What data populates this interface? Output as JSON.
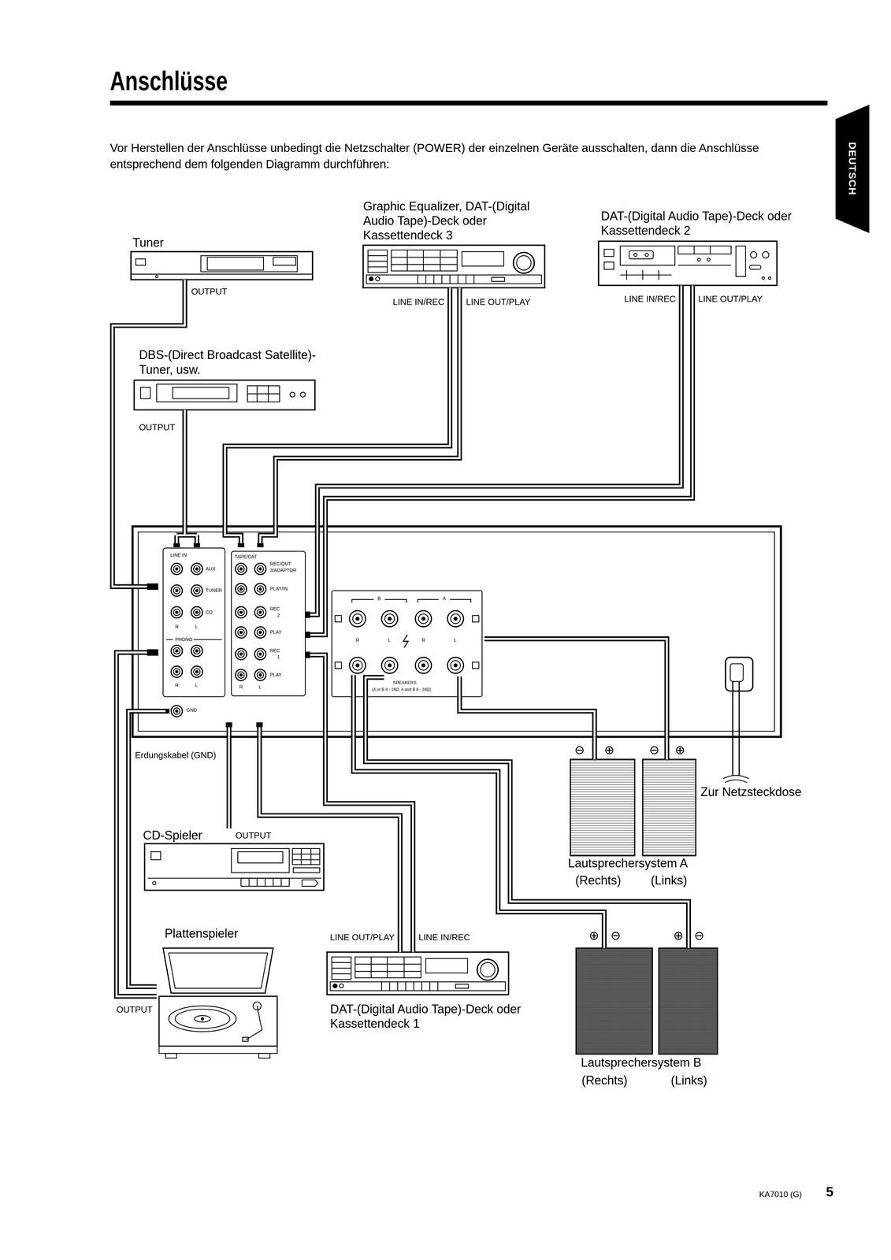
{
  "diagram": {
    "title": "Anschlüsse",
    "nodes": [
      {
        "text": [
          "Tuner"
        ]
      },
      {
        "text": [
          "Graphic Equalizer, DAT-(Digital Audio Tape)-Deck oder Kassettendeck 3"
        ]
      },
      {
        "text": [
          "DAT-(Digital Audio Tape)-Deck oder Kassettendeck 2"
        ]
      },
      {
        "text": [
          "DBS-(Direct Broadcast Satellite)-Tuner, usw."
        ]
      },
      {
        "text": [
          "LINE IN",
          "AUX",
          "TUNER",
          "CD",
          "R",
          "L",
          "PHONO",
          "R",
          "L",
          "TAPE/DAT",
          "REC/OUT",
          "3/ADAPTOR",
          "PLAY/IN",
          "REC",
          "2",
          "PLAY",
          "REC",
          "1",
          "PLAY",
          "R",
          "L",
          "GND",
          "B",
          "A",
          "R",
          "L",
          "R",
          "L",
          "SPEAKERS",
          "(A or B 4 - 16Ω, A and B 8 - 16Ω)"
        ]
      },
      {
        "text": [
          "CD-Spieler"
        ]
      },
      {
        "text": [
          "Plattenspieler"
        ]
      },
      {
        "text": [
          "DAT-(Digital Audio Tape)-Deck oder Kassettendeck 1"
        ]
      },
      {
        "text": [
          "(Rechts)"
        ]
      },
      {
        "text": [
          "(Links)"
        ]
      },
      {
        "text": [
          "(Rechts)"
        ]
      },
      {
        "text": [
          "(Links)"
        ]
      }
    ],
    "edges": [
      {
        "from": 0,
        "to": 4,
        "arrow": "none"
      },
      {
        "from": 3,
        "to": 4,
        "arrow": "none"
      },
      {
        "from": 1,
        "to": 4,
        "arrow": "none"
      },
      {
        "from": 1,
        "to": 4,
        "arrow": "none"
      },
      {
        "from": 2,
        "to": 4,
        "arrow": "none"
      },
      {
        "from": 2,
        "to": 4,
        "arrow": "none"
      },
      {
        "from": 5,
        "to": 4,
        "arrow": "none"
      },
      {
        "from": 6,
        "to": 4,
        "arrow": "none"
      },
      {
        "from": 6,
        "to": 4,
        "arrow": "none"
      },
      {
        "from": 7,
        "to": 4,
        "arrow": "none"
      },
      {
        "from": 7,
        "to": 4,
        "arrow": "none"
      },
      {
        "from": 8,
        "to": 4,
        "arrow": "none"
      },
      {
        "from": 9,
        "to": 4,
        "arrow": "none"
      },
      {
        "from": 10,
        "to": 4,
        "arrow": "none"
      },
      {
        "from": 11,
        "to": 4,
        "arrow": "none"
      }
    ],
    "labels": [
      "Vor Herstellen der Anschlüsse unbedingt die Netzschalter (POWER) der einzelnen Geräte ausschalten, dann die Anschlüsse entsprechend dem folgenden Diagramm durchführen:",
      "DEUTSCH",
      "OUTPUT",
      "LINE IN/REC",
      "LINE OUT/PLAY",
      "LINE IN/REC",
      "LINE OUT/PLAY",
      "OUTPUT",
      "Erdungskabel (GND)",
      "⊖",
      "⊕",
      "⊖",
      "⊕",
      "Zur Netzsteckdose",
      "Lautsprechersystem A",
      "OUTPUT",
      "LINE OUT/PLAY",
      "LINE IN/REC",
      "⊕",
      "⊖",
      "⊕",
      "⊖",
      "OUTPUT",
      "Lautsprechersystem B",
      "KA7010 (G)",
      "5"
    ]
  }
}
